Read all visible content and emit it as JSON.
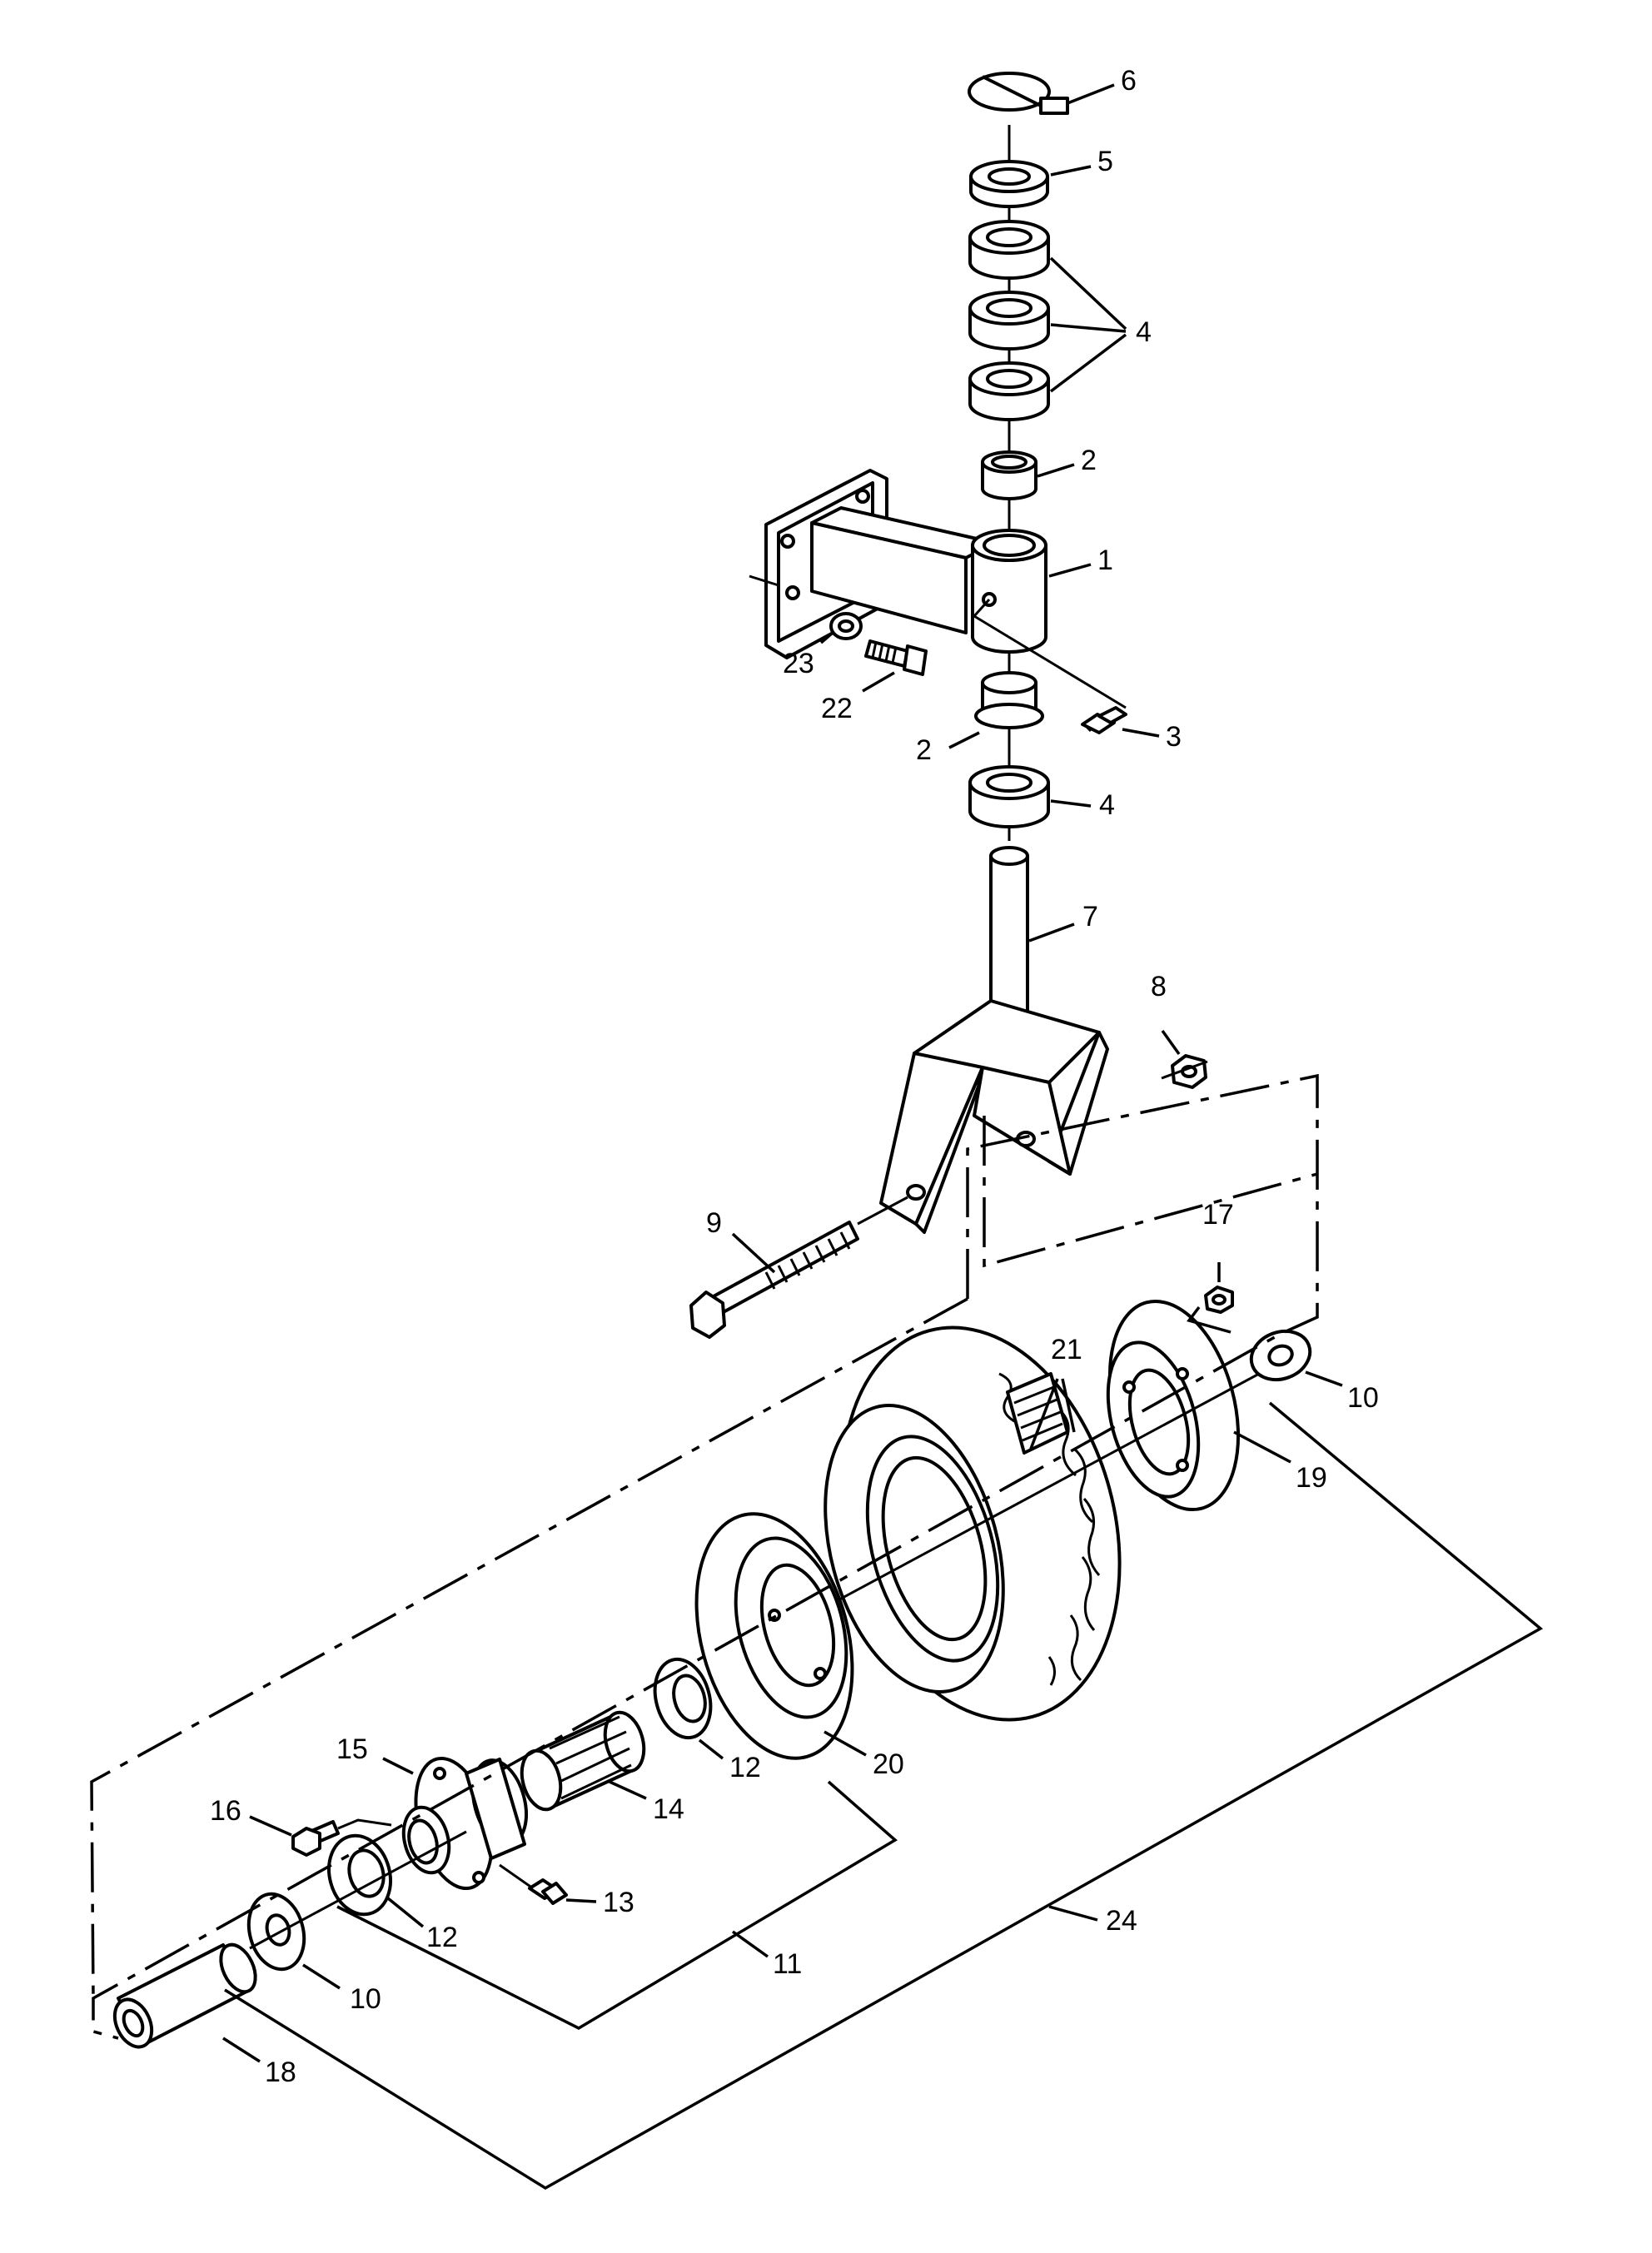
{
  "callouts": {
    "c1": "1",
    "c2a": "2",
    "c2b": "2",
    "c3": "3",
    "c4a": "4",
    "c4b": "4",
    "c5": "5",
    "c6": "6",
    "c7": "7",
    "c8": "8",
    "c9": "9",
    "c10a": "10",
    "c10b": "10",
    "c11": "11",
    "c12a": "12",
    "c12b": "12",
    "c13": "13",
    "c14": "14",
    "c15": "15",
    "c16": "16",
    "c17": "17",
    "c18": "18",
    "c19": "19",
    "c20": "20",
    "c21": "21",
    "c22": "22",
    "c23": "23",
    "c24": "24"
  },
  "colors": {
    "line": "#000000",
    "background": "#ffffff"
  }
}
